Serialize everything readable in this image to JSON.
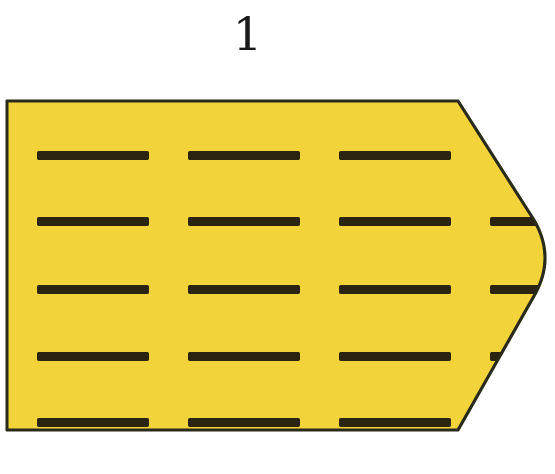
{
  "figure": {
    "number_label": "1"
  },
  "colors": {
    "fill": "#f2d43a",
    "outline": "#2a2a1a",
    "dash": "#2b2410",
    "background": "#ffffff"
  },
  "shape": {
    "description_icon": "yellow-sign-with-dashed-lines-icon",
    "dash_rows": 5,
    "dash_columns_full": 3,
    "partial_dashes_rows": [
      2,
      3,
      4
    ]
  }
}
